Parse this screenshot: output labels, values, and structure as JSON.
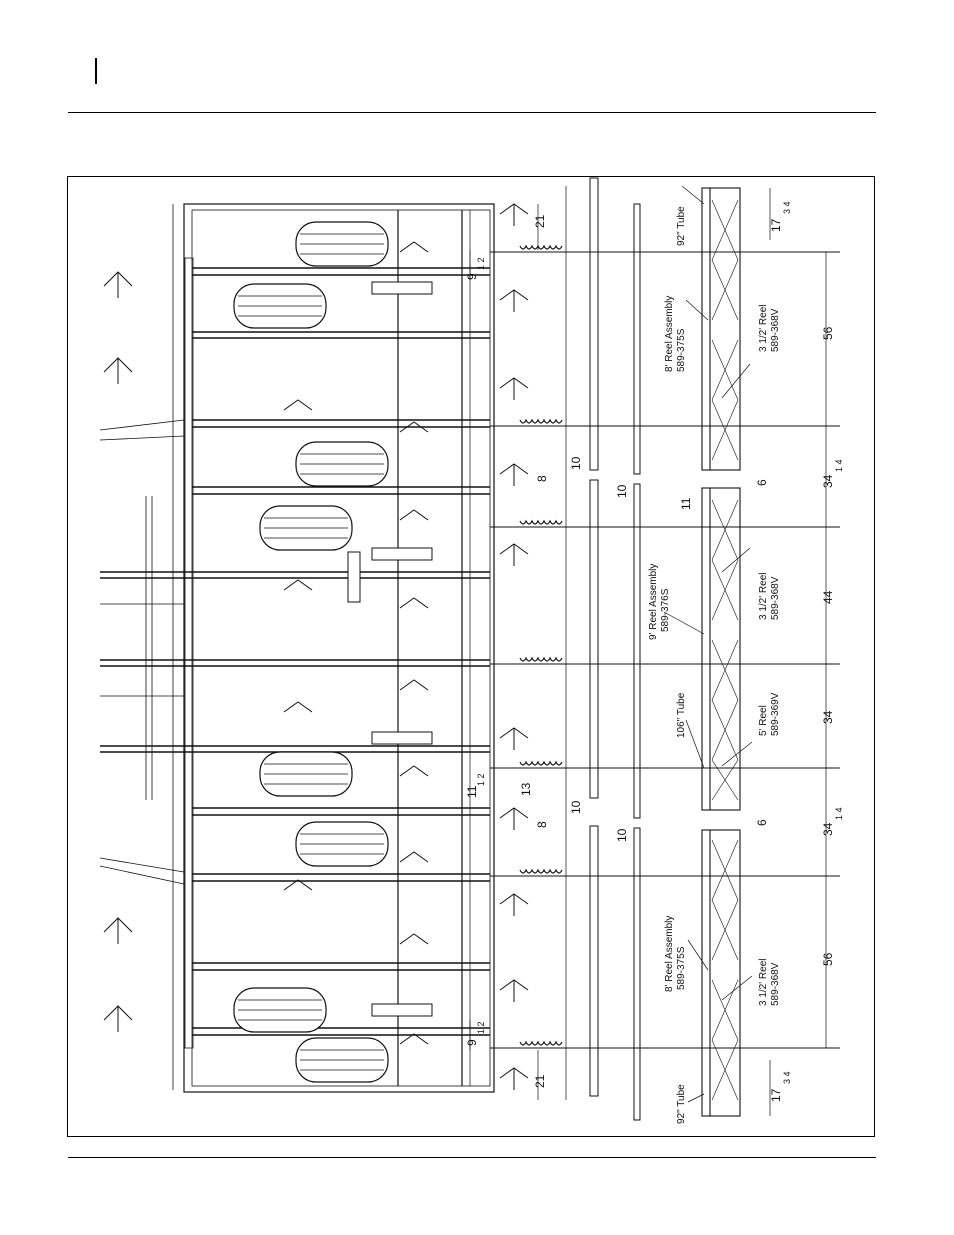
{
  "labels": {
    "tube_92_top": "92\" Tube",
    "tube_92_bottom": "92\" Tube",
    "tube_106": "106\" Tube",
    "reel_assy_8_top": "8' Reel Assembly",
    "reel_assy_8_top_pn": "589-375S",
    "reel_assy_9": "9' Reel Assembly",
    "reel_assy_9_pn": "589-376S",
    "reel_assy_8_bottom": "8' Reel Assembly",
    "reel_assy_8_bottom_pn": "589-375S",
    "reel_312_top": "3 1/2' Reel",
    "reel_312_top_pn": "589-368V",
    "reel_312_mid": "3 1/2' Reel",
    "reel_312_mid_pn": "589-368V",
    "reel_5": "5' Reel",
    "reel_5_pn": "589-369V",
    "reel_312_bottom": "3 1/2' Reel",
    "reel_312_bottom_pn": "589-368V"
  },
  "dimensions": {
    "d21_top": "21",
    "d9_top": "9",
    "d9_top_frac": "1 2",
    "d8_top": "8",
    "d10_top_a": "10",
    "d10_top_b": "10",
    "d11_top": "11",
    "d6_top": "6",
    "d34_top": "34",
    "d34_top_frac": "1 4",
    "d17_top": "17",
    "d17_top_frac": "3 4",
    "d56_top": "56",
    "d44": "44",
    "d34_mid": "34",
    "d11_mid": "11",
    "d11_mid_frac": "1 2",
    "d13": "13",
    "d8_bottom": "8",
    "d10_bottom_a": "10",
    "d10_bottom_b": "10",
    "d6_bottom": "6",
    "d34_bottom": "34",
    "d34_bottom_frac": "1 4",
    "d56_bottom": "56",
    "d9_bottom": "9",
    "d9_bottom_frac": "1 2",
    "d21_bottom": "21",
    "d17_bottom": "17",
    "d17_bottom_frac": "3 4"
  }
}
